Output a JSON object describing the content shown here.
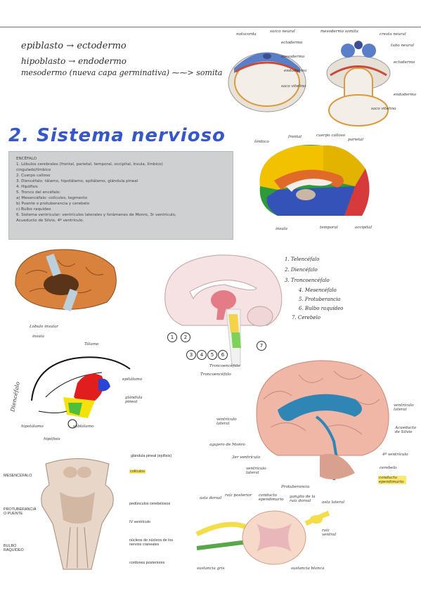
{
  "notes": {
    "line1": {
      "term": "epiblasto",
      "arrow": "→",
      "result": "ectodermo"
    },
    "line2": {
      "term": "hipoblasto",
      "arrow": "→",
      "result": "endodermo"
    },
    "line3": {
      "term": "mesodermo (nueva capa germinativa)",
      "arrow": "⁓⁓>",
      "result": "somita"
    }
  },
  "section_title": "2. Sistema nervioso",
  "photo_lines": [
    "ENCÉFALO",
    "1.  Lóbulos cerebrales (frontal, parietal, temporal, occipital, ínsula, límbico)",
    "     cingulado/límbico",
    "2.  Cuerpo calloso",
    "3.  Diencéfalo: tálamo, hipotálamo, epitálamo, glándula pineal",
    "4.  Hipófisis",
    "5.  Tronco del encéfalo:",
    "     a)  Mesencéfalo: colículos, tegmento",
    "     b)  Puente o protuberancia y cerebelo",
    "     c)  Bulbo raquídeo",
    "6.  Sistema ventricular: ventrículos laterales y forámenes de Monro, 3r ventrículo,",
    "     Acueducto de Silvio, 4º ventrículo."
  ],
  "embryo_labels": {
    "left": [
      "notocorda",
      "surco neural",
      "ectodermo",
      "mesodermo",
      "endodermo",
      "saco vitelino"
    ],
    "right": [
      "mesodermo somita",
      "cresta neural",
      "tubo neural",
      "ectodermo",
      "endodermo",
      "saco vitelino"
    ]
  },
  "brain_lobes_labels": [
    "límbico",
    "frontal",
    "cuerpo calloso",
    "parietal",
    "ínsula",
    "temporal",
    "occipital"
  ],
  "brain_side_labels": [
    "Lóbulo insular",
    "ínsula"
  ],
  "sagittal_legend": [
    "1. Telencéfalo",
    "2. Diencéfalo",
    "3. Troncoencéfalo",
    "4. Mesencéfalo",
    "5. Protuberancia",
    "6. Bulbo raquídeo",
    "7. Cerebelo"
  ],
  "sagittal_numbers": [
    "1",
    "2",
    "3",
    "4",
    "5",
    "6",
    "7"
  ],
  "sagittal_sub": [
    "Troncoencéfalo"
  ],
  "diencephalon_labels": [
    "Tálamo",
    "epitálamo",
    "glándula pineal",
    "hipotálamo",
    "hipófisis",
    "subtálamo",
    "Diencéfalo"
  ],
  "ventricle_labels": [
    "ventrículo lateral",
    "ventrículo lateral",
    "agujero de Monro",
    "3er ventrículo",
    "ventrículo lateral",
    "Acueducto de Silvio",
    "4º ventrículo",
    "cerebelo",
    "conducto ependimario",
    "Protuberancia"
  ],
  "brainstem_labels": {
    "left": [
      "MESENCÉFALO",
      "PROTUBERANCIA O PUENTE",
      "BULBO RAQUÍDEO"
    ],
    "right": [
      "glándula pineal (epífisis)",
      "colículos",
      "pedúnculos cerebelosos",
      "IV ventrículo",
      "núcleos de núcleos de los nervios craneales",
      "cordones posteriores"
    ]
  },
  "spinal_labels": [
    "asta dorsal",
    "raíz posterior",
    "conducto ependimario",
    "ganglio de la raíz dorsal",
    "asta lateral",
    "raíz ventral",
    "sustancia gris",
    "sustancia blanca"
  ],
  "colors": {
    "title": "#3557c8",
    "frontal": "#f2c200",
    "parietal": "#2f9a3a",
    "occipital": "#d63a3a",
    "temporal": "#3452b8",
    "ventricles": "#2f86b5",
    "highlight": "#ffe96a"
  }
}
